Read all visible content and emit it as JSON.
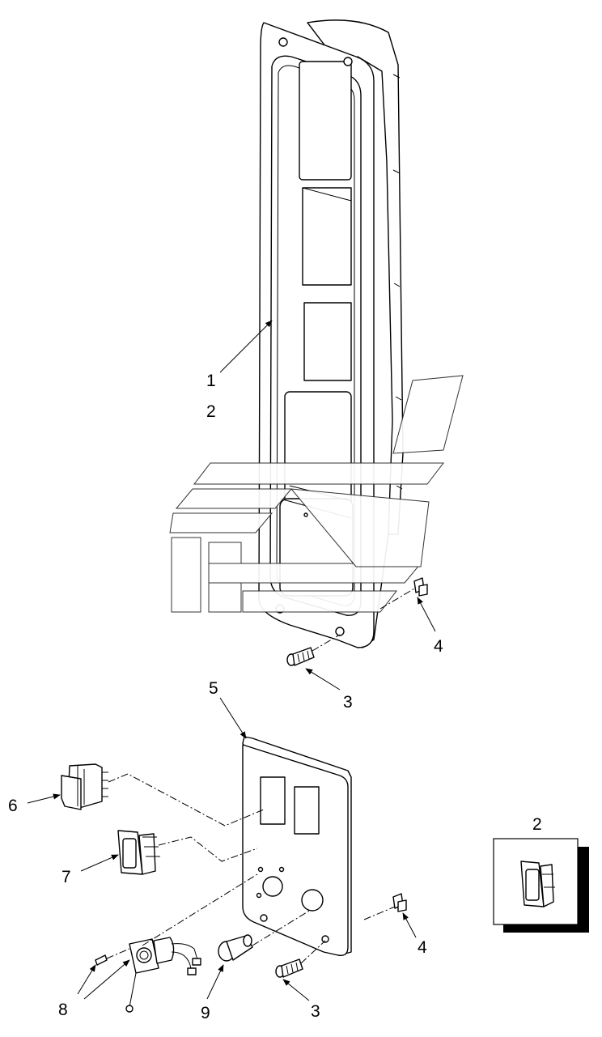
{
  "callouts": {
    "c1": "1",
    "c2": "2",
    "c3a": "3",
    "c4a": "4",
    "c5": "5",
    "c6": "6",
    "c7": "7",
    "c8": "8",
    "c9": "9",
    "c3b": "3",
    "c4b": "4",
    "inset": "2"
  }
}
